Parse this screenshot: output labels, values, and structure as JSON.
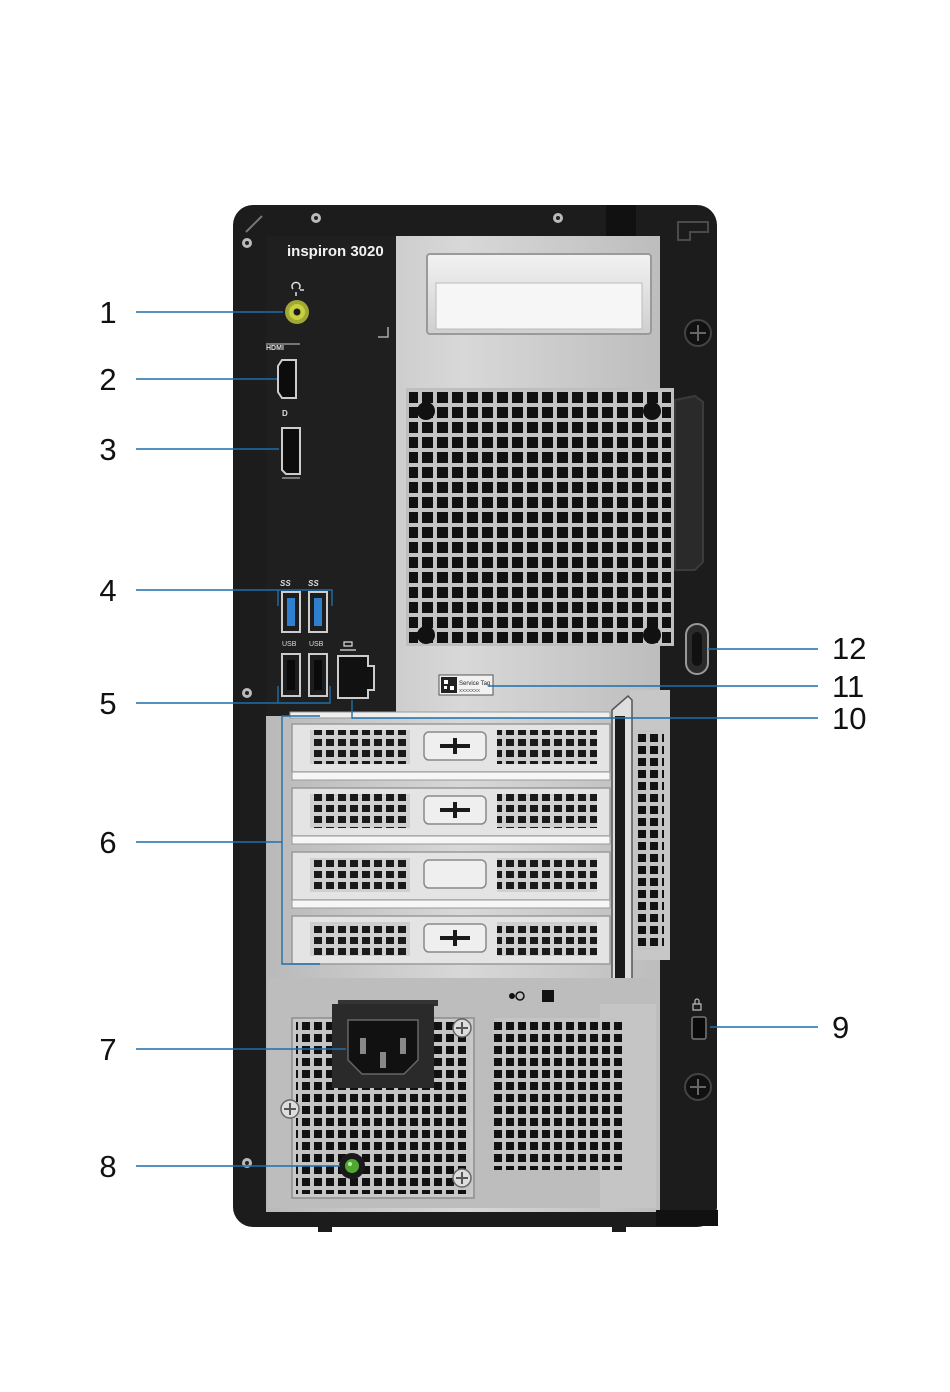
{
  "model_label": "inspiron 3020",
  "service_tag_label": "Service Tag",
  "service_tag_value": "XXXXXXX",
  "port_glyphs": {
    "hdmi": "HDMI",
    "usb3": "SS",
    "usb2": "USB"
  },
  "colors": {
    "chassis_black": "#1c1c1c",
    "silver_panel": "#c9c9c9",
    "leader_blue": "#1f6fa8",
    "audio_green": "#b9c23a",
    "usb3_blue": "#2f7fd0",
    "power_led_green": "#4fa832"
  },
  "callouts": [
    {
      "id": "1",
      "label": "1",
      "side": "left"
    },
    {
      "id": "2",
      "label": "2",
      "side": "left"
    },
    {
      "id": "3",
      "label": "3",
      "side": "left"
    },
    {
      "id": "4",
      "label": "4",
      "side": "left"
    },
    {
      "id": "5",
      "label": "5",
      "side": "left"
    },
    {
      "id": "6",
      "label": "6",
      "side": "left"
    },
    {
      "id": "7",
      "label": "7",
      "side": "left"
    },
    {
      "id": "8",
      "label": "8",
      "side": "left"
    },
    {
      "id": "9",
      "label": "9",
      "side": "right"
    },
    {
      "id": "10",
      "label": "10",
      "side": "right"
    },
    {
      "id": "11",
      "label": "11",
      "side": "right"
    },
    {
      "id": "12",
      "label": "12",
      "side": "right"
    }
  ]
}
